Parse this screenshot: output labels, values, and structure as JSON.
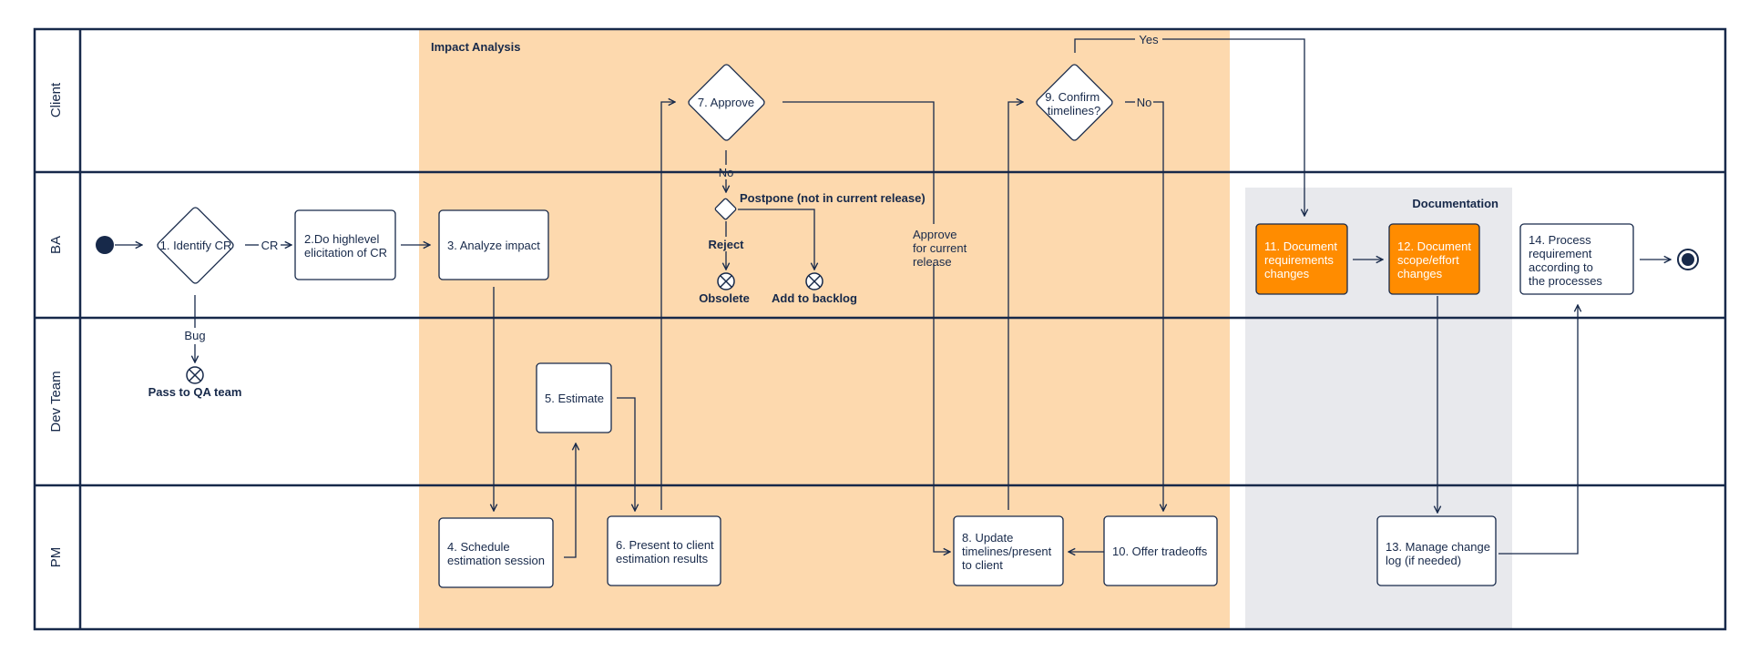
{
  "lanes": [
    "Client",
    "BA",
    "Dev Team",
    "PM"
  ],
  "groups": {
    "impact_analysis": "Impact Analysis",
    "documentation": "Documentation"
  },
  "steps": {
    "s1": "1. Identify CR",
    "s2": [
      "2.Do highlevel",
      "elicitation of CR"
    ],
    "s3": "3. Analyze impact",
    "s4": [
      "4. Schedule",
      "estimation session"
    ],
    "s5": "5. Estimate",
    "s6": [
      "6. Present to client",
      "estimation results"
    ],
    "s7": "7. Approve",
    "s8": [
      "8. Update",
      "timelines/present",
      "to client"
    ],
    "s9": [
      "9. Confirm",
      "timelines?"
    ],
    "s10": "10. Offer tradeoffs",
    "s11": [
      "11. Document",
      "requirements",
      "changes"
    ],
    "s12": [
      "12. Document",
      "scope/effort",
      "changes"
    ],
    "s13": [
      "13. Manage change",
      "log (if needed)"
    ],
    "s14": [
      "14. Process",
      "requirement",
      "according to",
      "the processes"
    ]
  },
  "flow_labels": {
    "cr": "CR",
    "bug": "Bug",
    "pass_qa": "Pass to QA team",
    "no_7": "No",
    "postpone": "Postpone (not in current release)",
    "reject": "Reject",
    "obsolete": "Obsolete",
    "add_backlog": "Add to backlog",
    "approve_release": [
      "Approve",
      "for current",
      "release"
    ],
    "yes_9": "Yes",
    "no_9": "No"
  },
  "colors": {
    "navy": "#17294a",
    "impact_bg": "#fdd9ae",
    "doc_bg": "#e8e9ed",
    "orange_box": "#ff8c00"
  }
}
